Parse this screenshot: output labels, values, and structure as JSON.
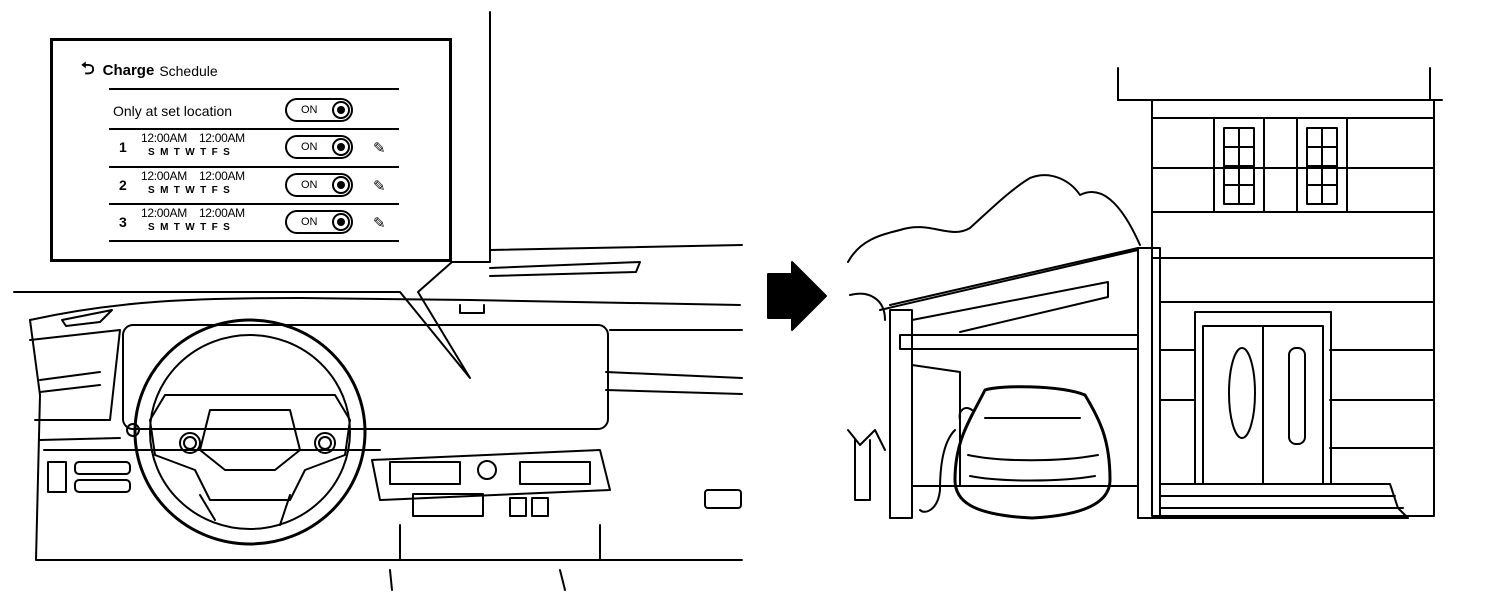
{
  "screen": {
    "back_icon": "back-arrow-icon",
    "title_bold": "Charge",
    "title_rest": "Schedule",
    "location_toggle": {
      "label": "Only at set location",
      "state": "ON"
    },
    "schedules": [
      {
        "number": "1",
        "start": "12:00AM",
        "end": "12:00AM",
        "days": "SMTWTFS",
        "state": "ON",
        "edit_icon": "pencil-icon"
      },
      {
        "number": "2",
        "start": "12:00AM",
        "end": "12:00AM",
        "days": "SMTWTFS",
        "state": "ON",
        "edit_icon": "pencil-icon"
      },
      {
        "number": "3",
        "start": "12:00AM",
        "end": "12:00AM",
        "days": "SMTWTFS",
        "state": "ON",
        "edit_icon": "pencil-icon"
      }
    ]
  },
  "arrow_icon": "right-arrow-icon"
}
